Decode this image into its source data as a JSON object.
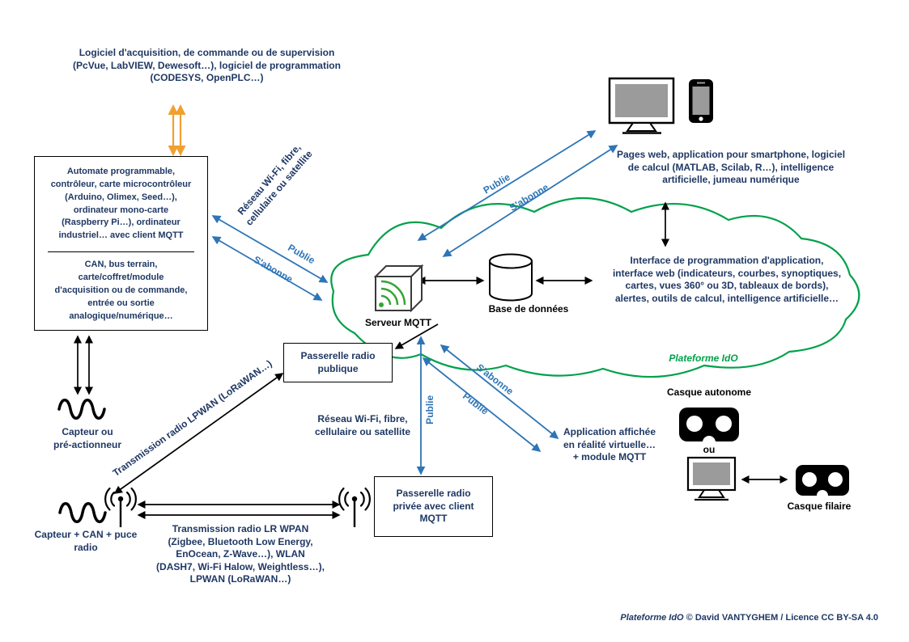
{
  "palette": {
    "navy": "#1F3864",
    "blue": "#2E75B6",
    "green": "#00A14B",
    "orange": "#F0A030"
  },
  "top_left": {
    "software_text": "Logiciel d'acquisition, de commande ou de supervision\n(PcVue, LabVIEW, Dewesoft…), logiciel de programmation\n(CODESYS, OpenPLC…)"
  },
  "device_box": {
    "controller_text": "Automate programmable,\ncontrôleur, carte microcontrôleur\n(Arduino, Olimex, Seed…),\nordinateur mono-carte\n(Raspberry Pi…), ordinateur\nindustriel… avec client MQTT",
    "io_text": "CAN, bus terrain,\ncarte/coffret/module\nd'acquisition ou de commande,\nentrée ou sortie\nanalogique/numérique…"
  },
  "networks": {
    "left_label": "Réseau Wi-Fi, fibre,\ncellulaire ou satellite",
    "center_label": "Réseau Wi-Fi, fibre,\ncellulaire ou satellite",
    "lpwan_label": "Transmission radio LPWAN (LoRaWAN…)",
    "wpan_label": "Transmission radio LR WPAN\n(Zigbee, Bluetooth Low Energy,\nEnOcean, Z-Wave…), WLAN\n(DASH7, Wi-Fi Halow, Weightless…),\nLPWAN (LoRaWAN…)"
  },
  "mqtt": {
    "publish": "Publie",
    "subscribe": "S'abonne"
  },
  "cloud": {
    "server_label": "Serveur MQTT",
    "database_label": "Base de données",
    "interface_text": "Interface de programmation d'application,\ninterface web (indicateurs, courbes, synoptiques,\ncartes, vues 360° ou 3D, tableaux de bords),\nalertes, outils de calcul, intelligence artificielle…",
    "platform_label": "Plateforme IdO"
  },
  "clients": {
    "web_text": "Pages web, application pour smartphone, logiciel\nde calcul (MATLAB, Scilab, R…), intelligence\nartificielle, jumeau numérique",
    "vr_text": "Application affichée\nen réalité virtuelle…\n+ module MQTT",
    "headset_standalone": "Casque autonome",
    "or_label": "ou",
    "headset_wired": "Casque filaire"
  },
  "gateways": {
    "public_label": "Passerelle radio\npublique",
    "private_label": "Passerelle radio\nprivée avec client\nMQTT"
  },
  "sensors": {
    "sensor_label": "Capteur ou\npré-actionneur",
    "sensor_radio_label": "Capteur + CAN + puce\nradio"
  },
  "footer": {
    "credit_italic": "Plateforme IdO",
    "credit_text": " © David VANTYGHEM / Licence CC BY-SA 4.0"
  },
  "icons": [
    "monitor-icon",
    "smartphone-icon",
    "mqtt-server-icon",
    "database-icon",
    "vr-headset-standalone-icon",
    "desktop-computer-icon",
    "vr-headset-wired-icon",
    "sensor-wave-icon",
    "antenna-icon",
    "iot-cloud-shape"
  ]
}
